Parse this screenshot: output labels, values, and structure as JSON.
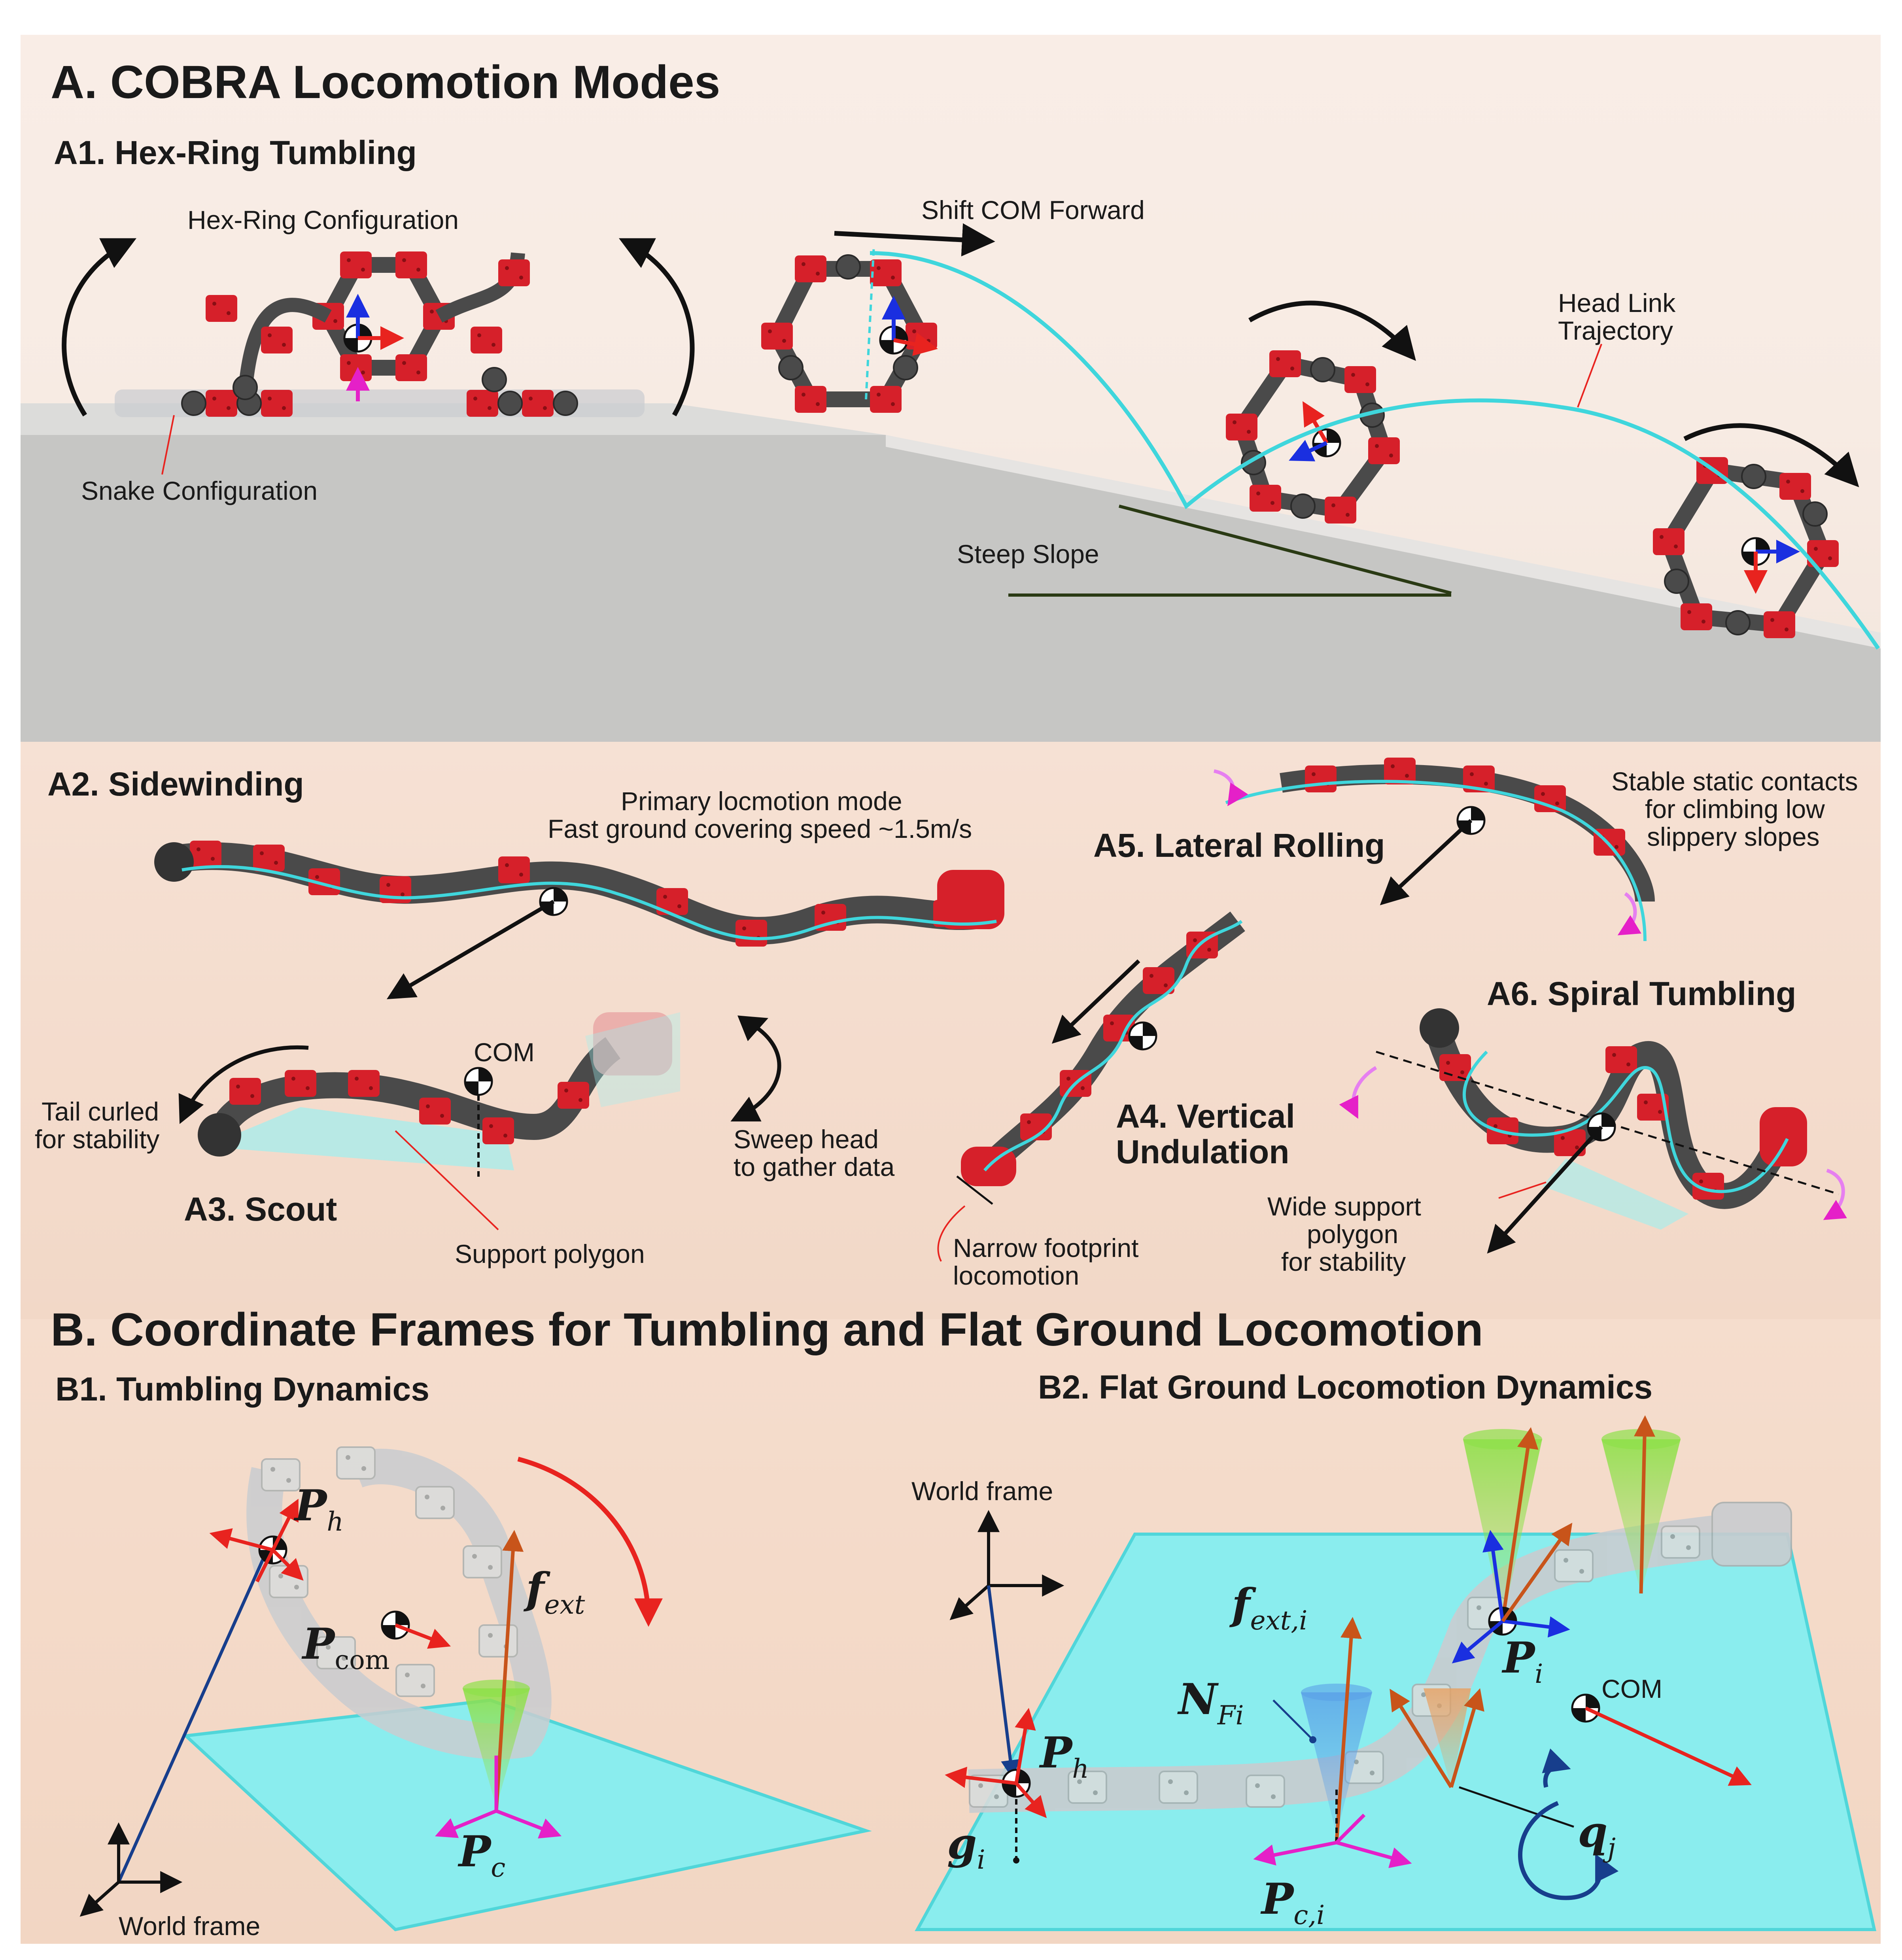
{
  "section_a": {
    "title": "A. COBRA Locomotion Modes",
    "a1": {
      "title": "A1. Hex-Ring Tumbling",
      "hex_ring_label": "Hex-Ring Configuration",
      "snake_label": "Snake Configuration",
      "shift_label": "Shift COM Forward",
      "head_traj_label_1": "Head Link",
      "head_traj_label_2": "Trajectory",
      "slope_label": "Steep Slope"
    },
    "a2": {
      "title": "A2. Sidewinding",
      "desc_1": "Primary locmotion mode",
      "desc_2": "Fast ground covering speed ~1.5m/s"
    },
    "a3": {
      "title": "A3. Scout",
      "com_label": "COM",
      "tail_1": "Tail curled",
      "tail_2": "for stability",
      "sweep_1": "Sweep head",
      "sweep_2": "to gather data",
      "support_label": "Support polygon"
    },
    "a4": {
      "title_1": "A4. Vertical",
      "title_2": "Undulation",
      "narrow_1": "Narrow footprint",
      "narrow_2": "locomotion"
    },
    "a5": {
      "title": "A5. Lateral Rolling",
      "stable_1": "Stable static contacts",
      "stable_2": "for climbing low",
      "stable_3": "slippery slopes"
    },
    "a6": {
      "title": "A6. Spiral Tumbling",
      "wide_1": "Wide support",
      "wide_2": "polygon",
      "wide_3": "for stability"
    }
  },
  "section_b": {
    "title": "B. Coordinate Frames for Tumbling and Flat Ground Locomotion",
    "b1": {
      "title": "B1. Tumbling Dynamics",
      "world_frame": "World frame",
      "p_h": "P",
      "p_h_sub": "h",
      "p_com": "P",
      "p_com_sub": "com",
      "f_ext": "f",
      "f_ext_sub": "ext",
      "p_c": "P",
      "p_c_sub": "c"
    },
    "b2": {
      "title": "B2. Flat Ground Locomotion Dynamics",
      "world_frame": "World frame",
      "f_ext_i": "f",
      "f_ext_i_sub": "ext,i",
      "n_f_i": "N",
      "n_f_i_sub": "Fi",
      "p_i": "P",
      "p_i_sub": "i",
      "com_label": "COM",
      "p_h": "P",
      "p_h_sub": "h",
      "g_i": "g",
      "g_i_sub": "i",
      "p_c_i": "P",
      "p_c_i_sub": "c,i",
      "q_j": "q",
      "q_j_sub": "j"
    }
  },
  "colors": {
    "trajectory": "#3fd6dc",
    "robot_red": "#d6202a",
    "robot_dark": "#4a4a4a",
    "ground": "#c6c6c4",
    "plane": "#7ff0f3",
    "x_axis": "#e8231f",
    "z_axis": "#1a2fe0",
    "magenta": "#e520c8",
    "force": "#c8541a",
    "curve_black": "#111111",
    "slope_line": "#2a3a14"
  }
}
